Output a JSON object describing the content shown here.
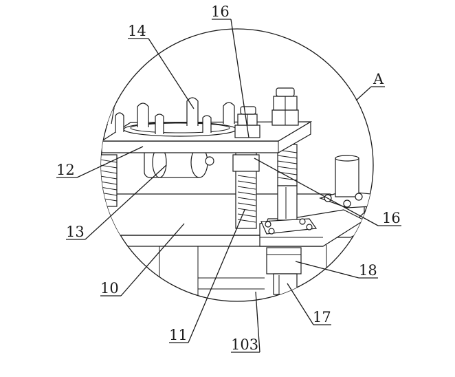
{
  "labels": {
    "l16_top": "16",
    "l14": "14",
    "lA": "A",
    "l12": "12",
    "l13": "13",
    "l16_right": "16",
    "l10": "10",
    "l18": "18",
    "l17": "17",
    "l11": "11",
    "l103": "103"
  }
}
